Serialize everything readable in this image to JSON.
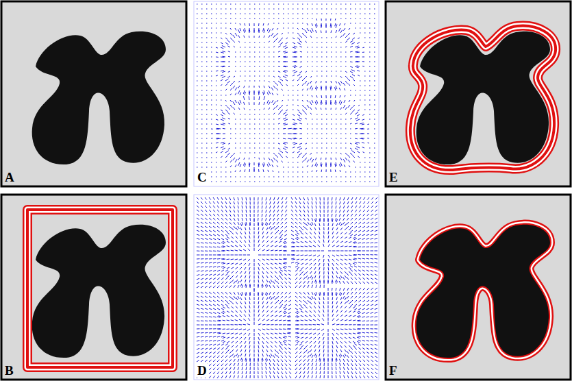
{
  "diagram": {
    "labels": [
      "A",
      "C",
      "E",
      "B",
      "D",
      "F"
    ]
  }
}
